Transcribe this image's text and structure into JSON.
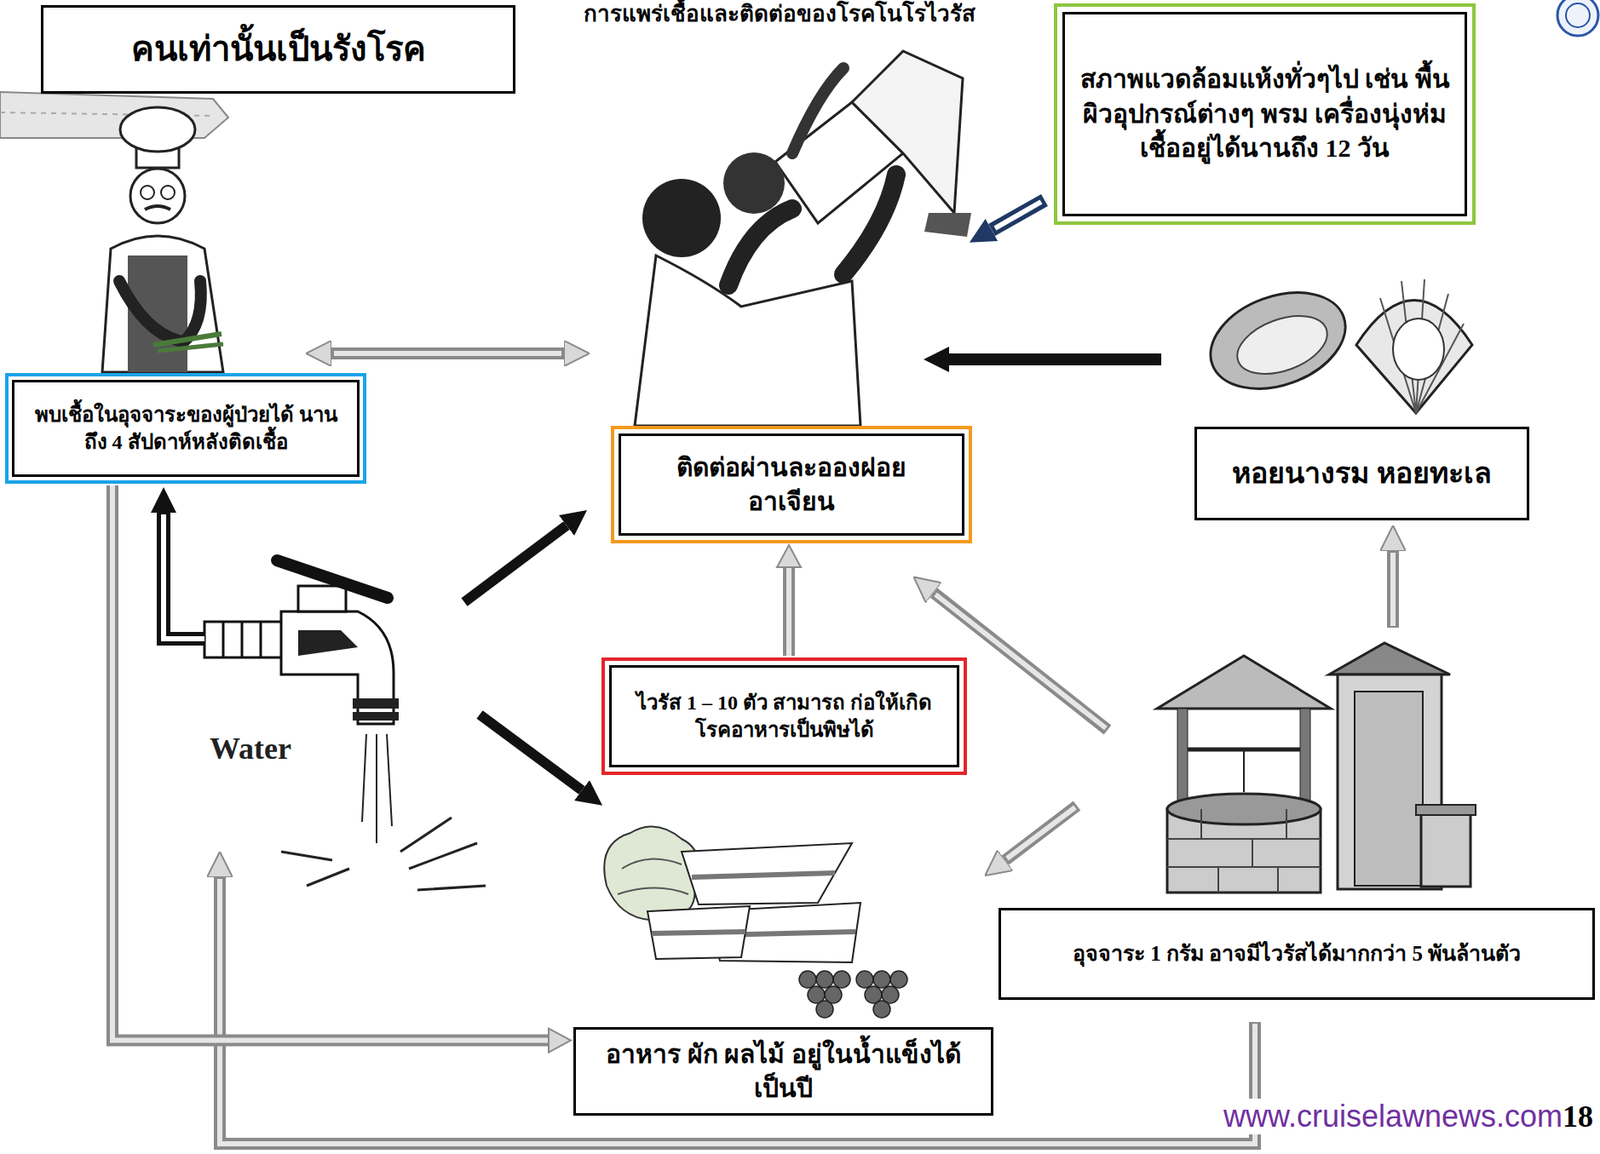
{
  "diagram": {
    "title": "การแพร่เชื้อและติดต่อของโรคโนโรไวรัส",
    "nodes": [
      {
        "text": [
          "คนเท่านั้นเป็นรังโรค"
        ]
      },
      {
        "text": [
          "สภาพแวดล้อมแห้งทั่วๆไป เช่น พื้นผิวอุปกรณ์ต่างๆ พรม เครื่องนุ่งห่ม เชื้ออยู่ได้นานถึง 12 วัน"
        ]
      },
      {
        "text": [
          "พบเชื้อในอุจจาระของผู้ป่วยได้ นานถึง 4 สัปดาห์หลังติดเชื้อ"
        ]
      },
      {
        "text": [
          "ติดต่อผ่านละอองฝอย อาเจียน"
        ]
      },
      {
        "text": [
          "หอยนางรม หอยทะเล"
        ]
      },
      {
        "text": [
          "ไวรัส 1 – 10 ตัว สามารถ ก่อให้เกิดโรคอาหารเป็นพิษได้"
        ]
      },
      {
        "text": [
          "อุจจาระ 1 กรัม อาจมีไวรัสได้มากกว่า 5 พันล้านตัว"
        ]
      },
      {
        "text": [
          "อาหาร ผัก ผลไม้ อยู่ในน้ำแข็งได้เป็นปี"
        ]
      }
    ],
    "edges": [
      {
        "from": 5,
        "to": 3,
        "arrow": "to"
      },
      {
        "from": 2,
        "to": 7,
        "arrow": "to"
      }
    ],
    "labels": [
      "Water",
      "www.cruiselawnews.com",
      "18"
    ]
  }
}
